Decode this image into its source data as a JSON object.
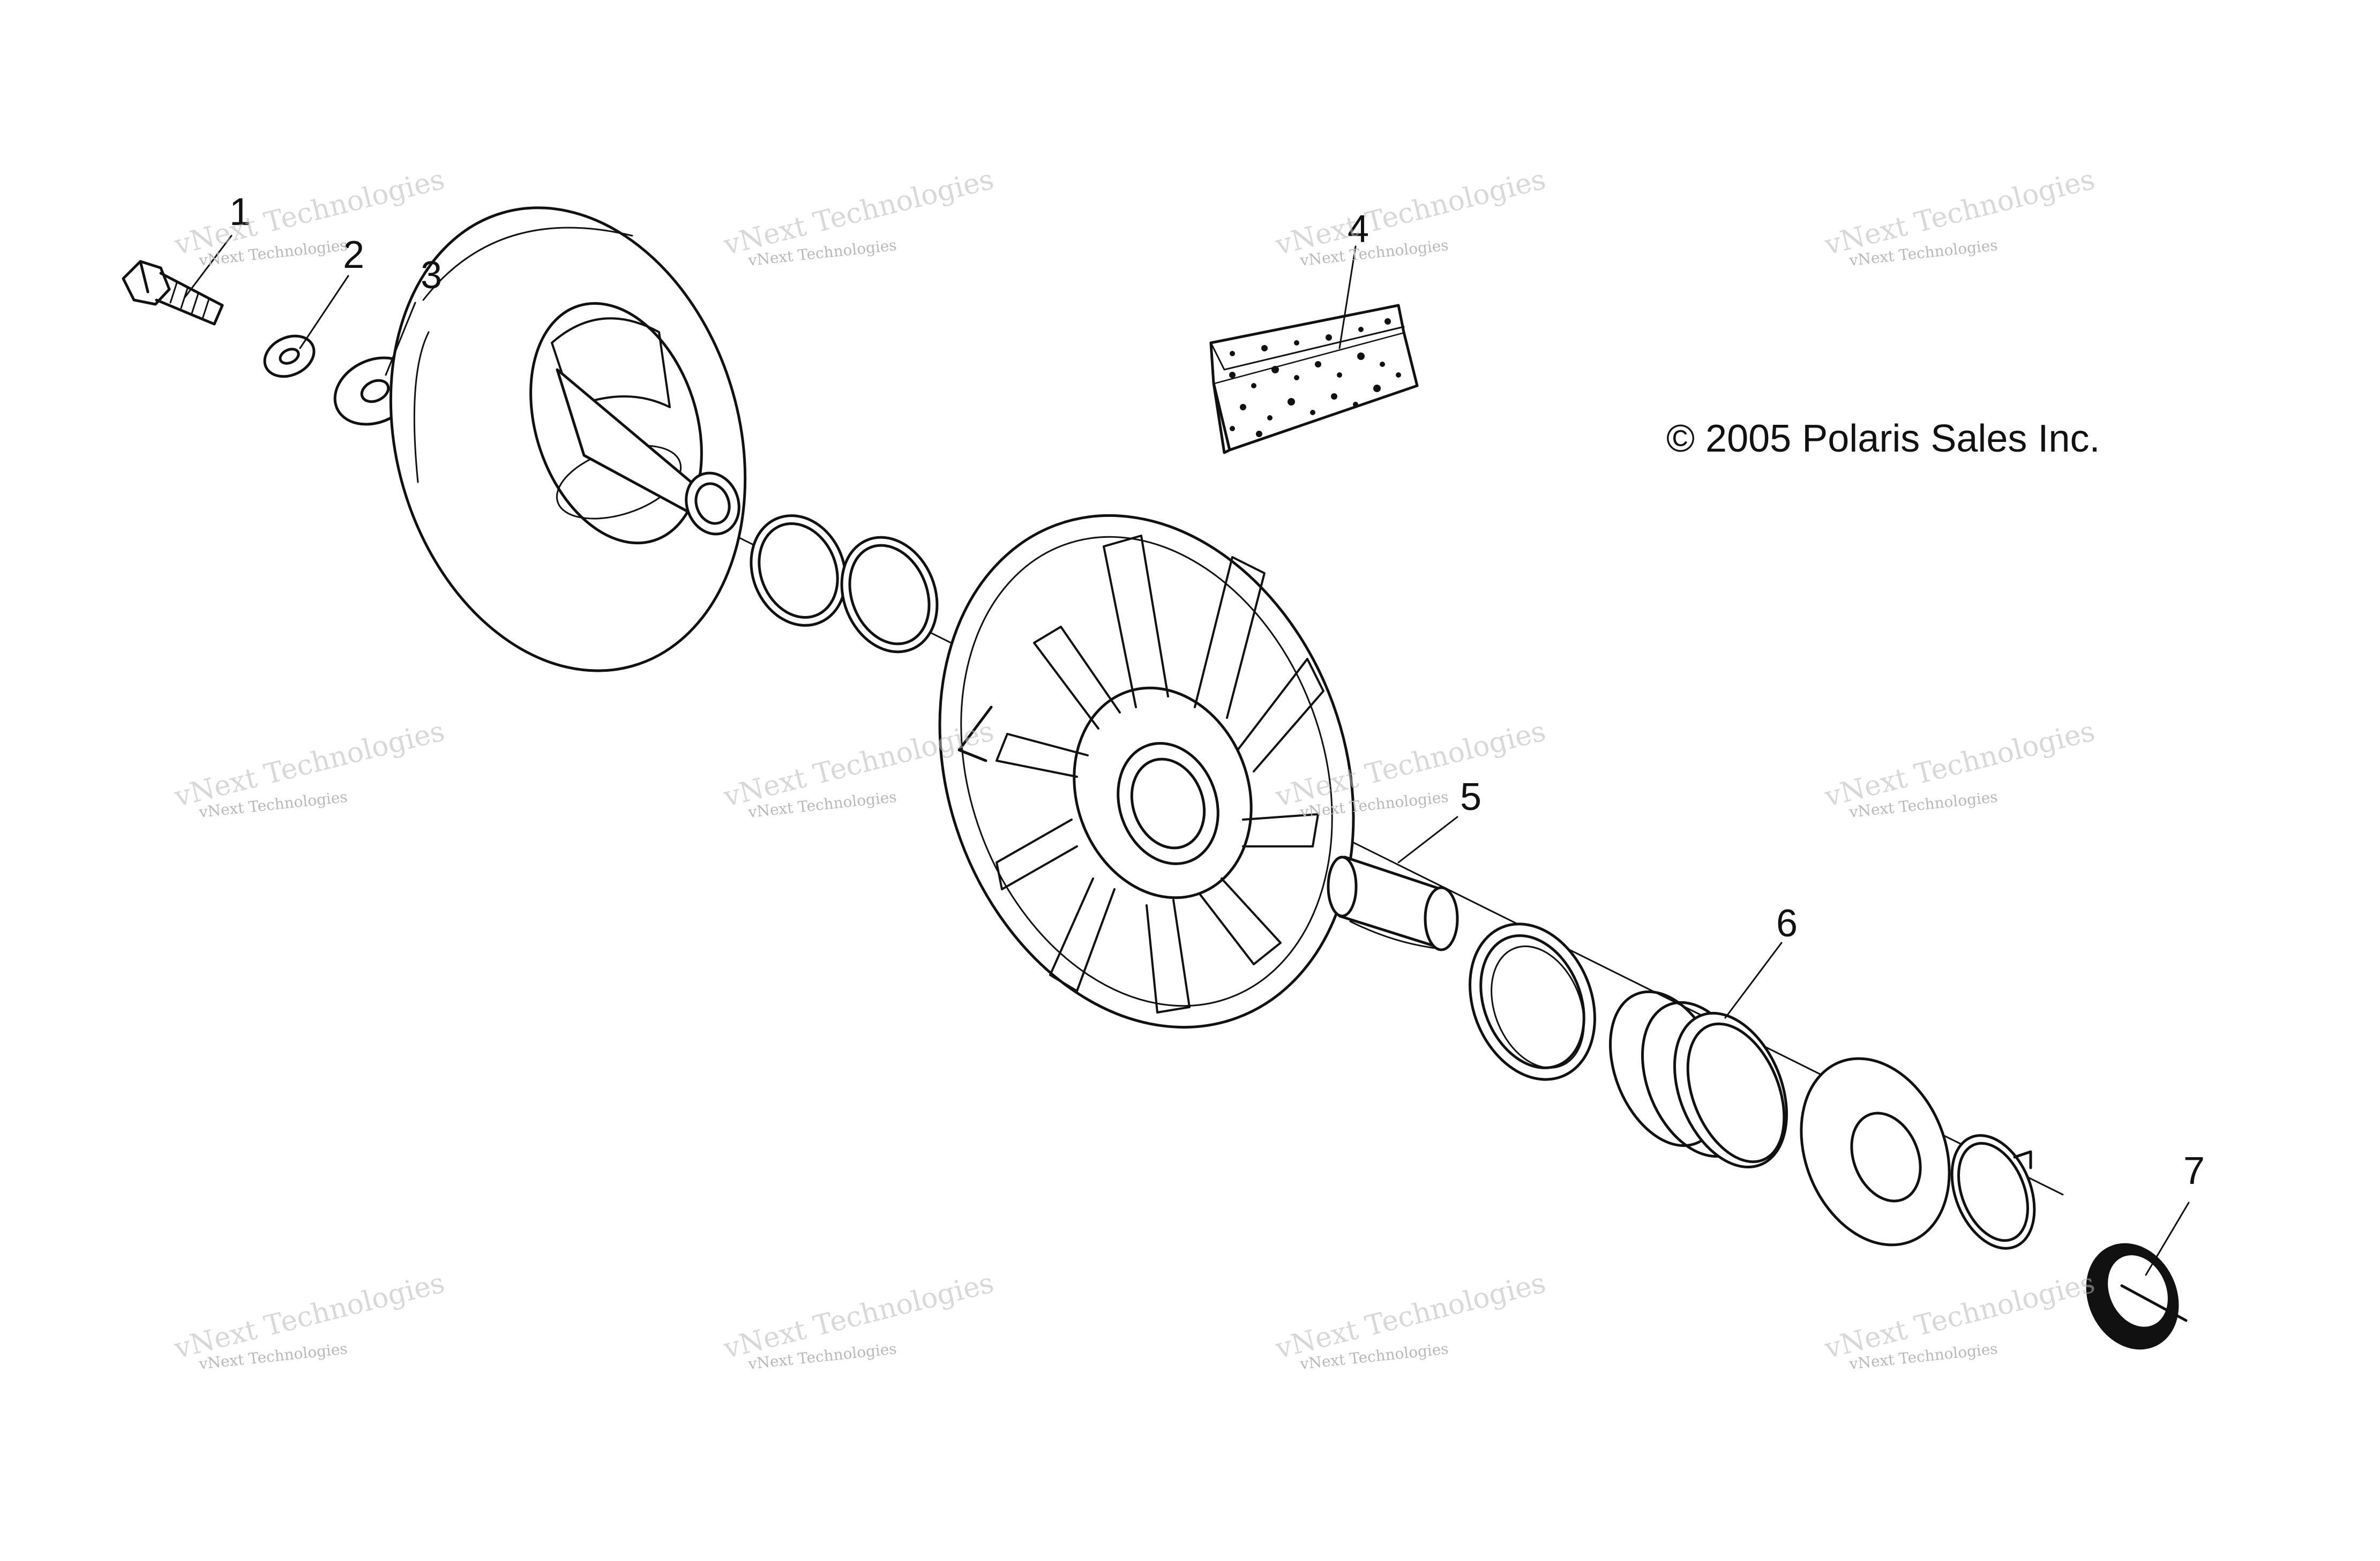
{
  "diagram": {
    "copyright": "© 2005 Polaris Sales Inc.",
    "callouts": [
      "1",
      "2",
      "3",
      "4",
      "5",
      "6",
      "7"
    ],
    "watermark": {
      "line1": "vNext Technologies",
      "line2": "vNext Technologies"
    }
  }
}
